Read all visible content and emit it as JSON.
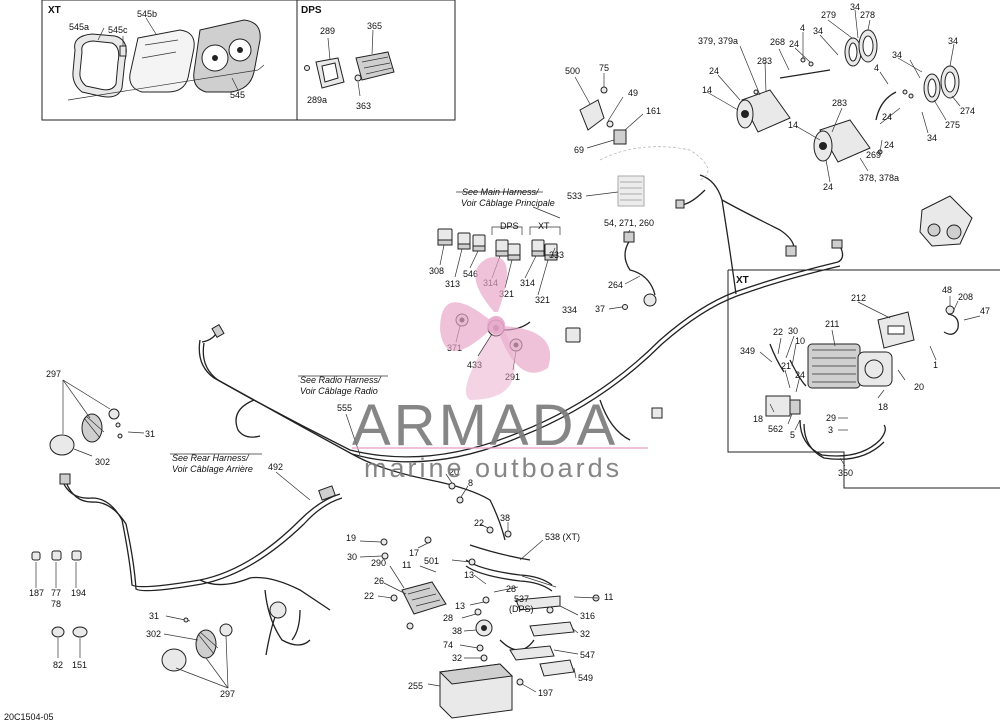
{
  "insets": {
    "xt_top": "XT",
    "dps_top": "DPS",
    "xt_winch": "XT"
  },
  "group_labels": {
    "dps_switches": "DPS",
    "xt_switches": "XT"
  },
  "notes": {
    "main_harness_1": "See Main Harness/",
    "main_harness_2": "Voir Câblage Principale",
    "radio_harness_1": "See Radio Harness/",
    "radio_harness_2": "Voir Câblage Radio",
    "rear_harness_1": "See Rear Harness/",
    "rear_harness_2": "Voir Câblage Arrière"
  },
  "part_numbers": {
    "p545a": "545a",
    "p545b": "545b",
    "p545c": "545c",
    "p545": "545",
    "p289": "289",
    "p365": "365",
    "p289a": "289a",
    "p363": "363",
    "p500": "500",
    "p75": "75",
    "p49": "49",
    "p161": "161",
    "p69": "69",
    "p533": "533",
    "p54_271_260": "54, 271, 260",
    "p264": "264",
    "p37a": "37",
    "p308": "308",
    "p313": "313",
    "p546": "546",
    "p314a": "314",
    "p321a": "321",
    "p314b": "314",
    "p321b": "321",
    "p333": "333",
    "p334": "334",
    "p371": "371",
    "p433": "433",
    "p291": "291",
    "p379": "379, 379a",
    "p268": "268",
    "p4a": "4",
    "p24a": "24",
    "p34a": "34",
    "p279": "279",
    "p34b": "34",
    "p278": "278",
    "p24b": "24",
    "p283a": "283",
    "p14a": "14",
    "p34c": "34",
    "p34d": "34",
    "p4b": "4",
    "p274": "274",
    "p283b": "283",
    "p14b": "14",
    "p24c": "24",
    "p275": "275",
    "p34e": "34",
    "p24d": "24",
    "p269": "269",
    "p24e": "24",
    "p378": "378, 378a",
    "p212": "212",
    "p48": "48",
    "p208": "208",
    "p47": "47",
    "p211": "211",
    "p22a": "22",
    "p30a": "30",
    "p10": "10",
    "p349": "349",
    "p24f": "24",
    "p21": "21",
    "p1": "1",
    "p20a": "20",
    "p18a": "18",
    "p18b": "18",
    "p562": "562",
    "p5": "5",
    "p29": "29",
    "p3": "3",
    "p350": "350",
    "p297a": "297",
    "p31a": "31",
    "p302a": "302",
    "p555": "555",
    "p492": "492",
    "p20b": "20",
    "p8": "8",
    "p22b": "22",
    "p38a": "38",
    "p538": "538 (XT)",
    "p19": "19",
    "p30b": "30",
    "p17": "17",
    "p501": "501",
    "p11a": "11",
    "p290": "290",
    "p26": "26",
    "p22c": "22",
    "p13a": "13",
    "p28a": "28",
    "p537_1": "537",
    "p537_2": "(DPS)",
    "p11b": "11",
    "p316": "316",
    "p13b": "13",
    "p28b": "28",
    "p38b": "38",
    "p32a": "32",
    "p74": "74",
    "p32b": "32",
    "p547": "547",
    "p549": "549",
    "p255": "255",
    "p197": "197",
    "p187": "187",
    "p77": "77",
    "p78": "78",
    "p194": "194",
    "p82": "82",
    "p151": "151",
    "p31b": "31",
    "p302b": "302",
    "p297b": "297"
  },
  "watermark": {
    "title": "ARMADA",
    "subtitle": "marine outboards"
  },
  "footer": {
    "diagram_code": "20C1504-05"
  },
  "colors": {
    "watermark_logo": "#e8a6c9",
    "watermark_text": "#7a7a7a",
    "watermark_line": "#e8a6c9"
  }
}
